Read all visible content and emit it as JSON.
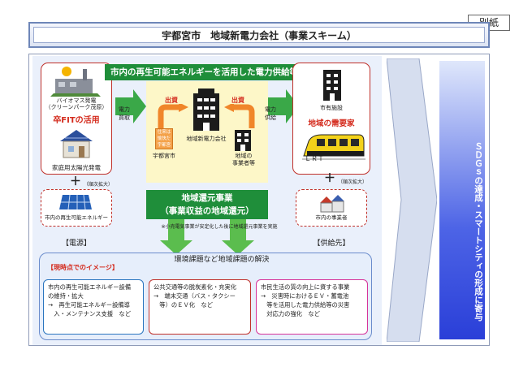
{
  "header": {
    "title": "宇都宮市　地域新電力会社（事業スキーム）",
    "corner_label": "別紙"
  },
  "banner_top": "市内の再生可能エネルギーを活用した電力供給等",
  "supply_side": {
    "biomass_label_1": "バイオマス発電",
    "biomass_label_2": "（クリーンパーク茂原）",
    "fit_label": "卒FITの活用",
    "solar_label": "家庭用太陽光発電",
    "plus": "＋",
    "expand_note": "（順次拡大）",
    "future_label": "市内の再生可能エネルギー",
    "caption": "【電源】"
  },
  "flow_left": {
    "line1": "電力",
    "line2": "買取"
  },
  "flow_right": {
    "line1": "電力",
    "line2": "供給"
  },
  "company": {
    "investment_left": "出資",
    "investment_right": "出資",
    "city_flag_lines": [
      "住来は",
      "愉快だ",
      "宇都宮"
    ],
    "city_label": "宇都宮市",
    "company_label": "地域新電力会社",
    "business_label_1": "地域の",
    "business_label_2": "事業者等"
  },
  "return_banner": {
    "line1": "地域還元事業",
    "line2": "（事業収益の地域還元）"
  },
  "note": "※小売電気事業が安定化した後に地域還元事業を実施",
  "demand_side": {
    "facility_label": "市有施設",
    "demand_label": "地域の需要家",
    "lrt_label": "ＬＲＴ",
    "plus": "＋",
    "expand_note": "（順次拡大）",
    "future_label": "市内の事業者",
    "caption": "【供給先】"
  },
  "issues": {
    "title": "環境課題など地域課題の解決",
    "subtitle": "【現時点でのイメージ】",
    "boxes": [
      {
        "lines": [
          "市内の再生可能エネルギー設備",
          "の維持・拡大",
          "→　再生可能エネルギー設備導",
          "　入・メンテナンス支援　など"
        ]
      },
      {
        "lines": [
          "公共交通等の脱炭素化・充実化",
          "→　端末交通（バス・タクシー",
          "　等）のＥＶ化　など"
        ]
      },
      {
        "lines": [
          "市民生活の質の向上に資する事業",
          "→　災害時におけるＥＶ・蓄電池",
          "　等を活用した電力供給等の災害",
          "　対応力の強化　など"
        ]
      }
    ]
  },
  "sdgs": {
    "line1": "ＳＤＧｓの達成・",
    "line2": "スマートシティの形成に寄与"
  },
  "colors": {
    "green": "#1f8e3a",
    "red_border": "#c0302a",
    "blue": "#4d64e6",
    "yellow": "#fdf7c8"
  }
}
